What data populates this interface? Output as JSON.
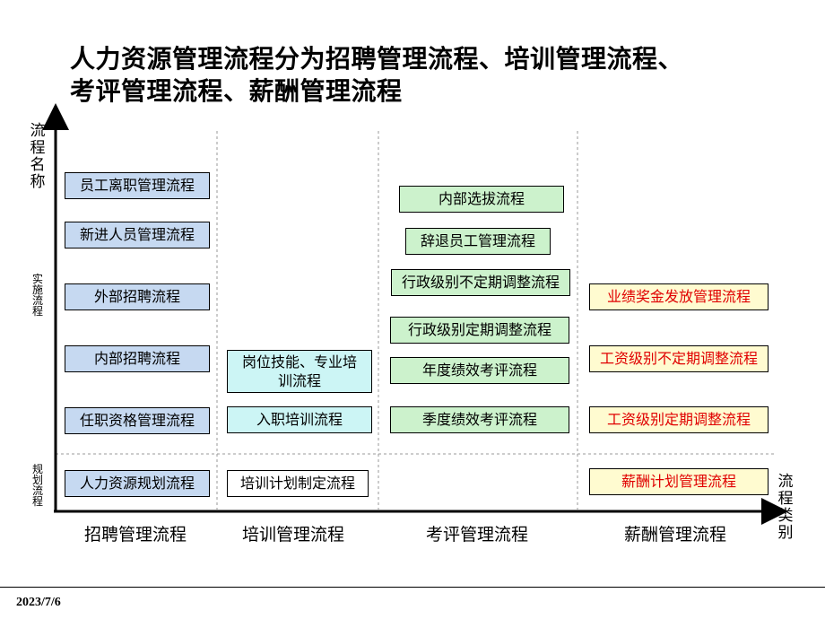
{
  "title": {
    "line1": "人力资源管理流程分为招聘管理流程、培训管理流程、",
    "line2": "考评管理流程、薪酬管理流程"
  },
  "axes": {
    "y_label": "流程名称",
    "x_label": "流程类别",
    "implementation_label": "实施流程",
    "planning_label": "规划流程"
  },
  "categories": [
    "招聘管理流程",
    "培训管理流程",
    "考评管理流程",
    "薪酬管理流程"
  ],
  "recruitment": {
    "resignation": "员工离职管理流程",
    "new_hire": "新进人员管理流程",
    "external": "外部招聘流程",
    "internal": "内部招聘流程",
    "qualification": "任职资格管理流程",
    "planning": "人力资源规划流程"
  },
  "training": {
    "skills": "岗位技能、专业培训流程",
    "onboarding": "入职培训流程",
    "planning": "培训计划制定流程"
  },
  "evaluation": {
    "internal_selection": "内部选拔流程",
    "dismissal": "辞退员工管理流程",
    "admin_irregular": "行政级别不定期调整流程",
    "admin_regular": "行政级别定期调整流程",
    "annual": "年度绩效考评流程",
    "quarterly": "季度绩效考评流程"
  },
  "compensation": {
    "bonus": "业绩奖金发放管理流程",
    "wage_irregular": "工资级别不定期调整流程",
    "wage_regular": "工资级别定期调整流程",
    "planning": "薪酬计划管理流程"
  },
  "colors": {
    "recruitment": "#c6d9f1",
    "training": "#ccf5f5",
    "evaluation": "#ccf2cc",
    "compensation": "#fffbd0",
    "compensation_text": "#e00000"
  },
  "footer": {
    "date": "2023/7/6"
  }
}
